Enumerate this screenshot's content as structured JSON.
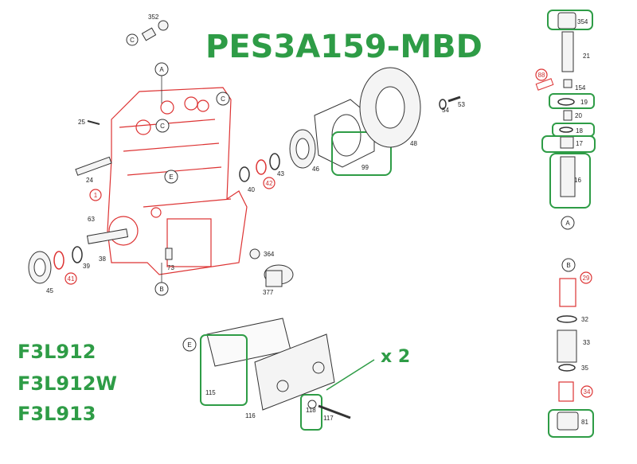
{
  "title": "PES3A159-MBD",
  "engines": [
    "F3L912",
    "F3L912W",
    "F3L913"
  ],
  "multiplier": "x 2",
  "letter_markers": {
    "a": "A",
    "b": "B",
    "c": "C",
    "e": "E"
  },
  "part_numbers": {
    "p352": "352",
    "p25": "25",
    "p24": "24",
    "p1": "1",
    "p63": "63",
    "p38": "38",
    "p39": "39",
    "p41": "41",
    "p45": "45",
    "p73": "73",
    "p364": "364",
    "p377": "377",
    "p40": "40",
    "p42": "42",
    "p46": "46",
    "p43": "43",
    "p99": "99",
    "p48": "48",
    "p54": "54",
    "p53": "53",
    "p115": "115",
    "p116": "116",
    "p118": "118",
    "p117": "117",
    "p354": "354",
    "p21": "21",
    "p88": "88",
    "p154": "154",
    "p19": "19",
    "p20": "20",
    "p18": "18",
    "p17": "17",
    "p16": "16",
    "p29": "29",
    "p32": "32",
    "p33": "33",
    "p35": "35",
    "p34": "34",
    "p81": "81"
  },
  "colors": {
    "accent_green": "#2e9c46",
    "highlight_red": "#d33333",
    "line": "#333333"
  }
}
